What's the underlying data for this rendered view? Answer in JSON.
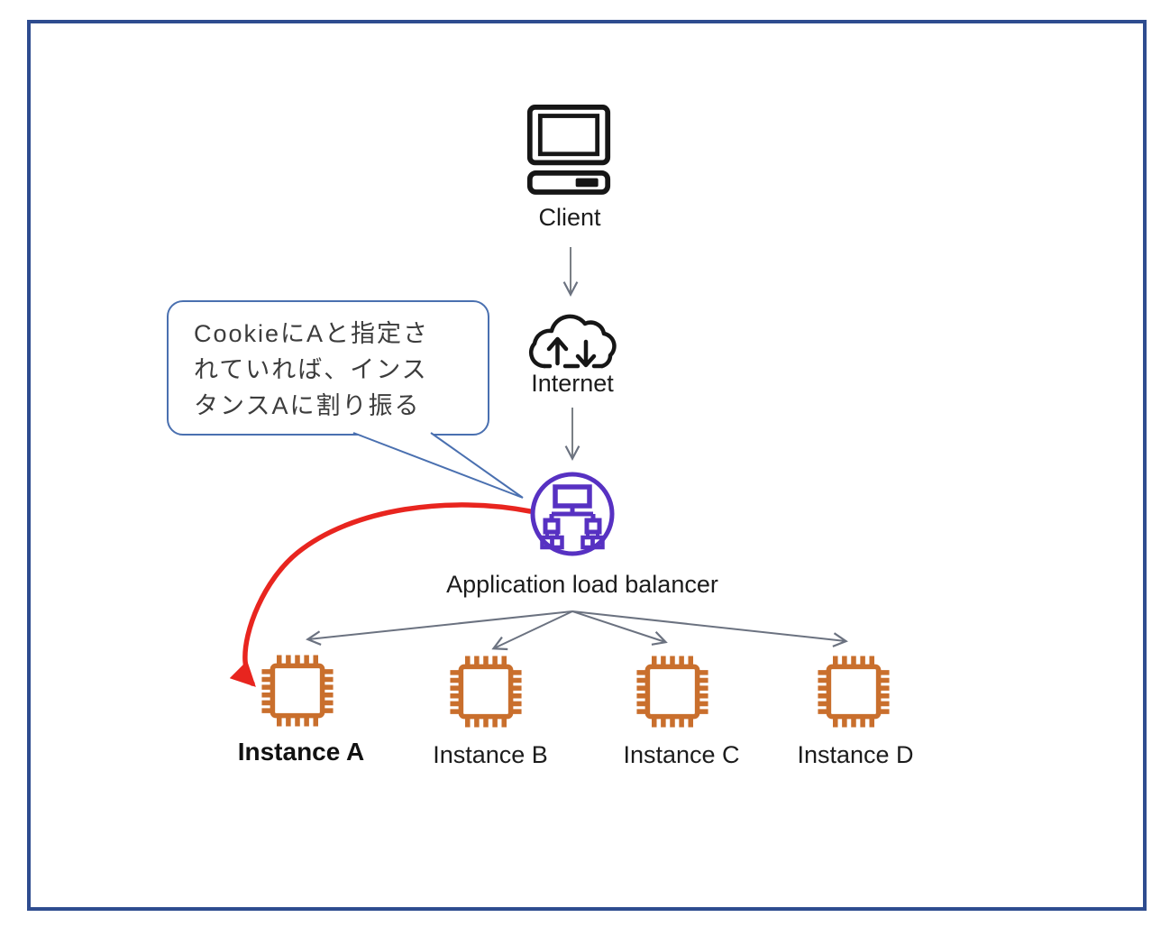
{
  "diagram_type": "aws-sticky-session-architecture",
  "nodes": {
    "client": {
      "label": "Client"
    },
    "internet": {
      "label": "Internet"
    },
    "load_balancer": {
      "label": "Application load balancer"
    },
    "instances": [
      {
        "label": "Instance A",
        "emphasis": "bold"
      },
      {
        "label": "Instance B",
        "emphasis": "normal"
      },
      {
        "label": "Instance C",
        "emphasis": "normal"
      },
      {
        "label": "Instance D",
        "emphasis": "normal"
      }
    ]
  },
  "callout": {
    "lines": [
      "CookieにAと指定さ",
      "れていれば、インス",
      "タンスAに割り振る"
    ],
    "full_text": "CookieにAと指定されていれば、インスタンスAに割り振る",
    "points_to": "load_balancer"
  },
  "edges": [
    {
      "from": "client",
      "to": "internet",
      "style": "gray-arrow"
    },
    {
      "from": "internet",
      "to": "load_balancer",
      "style": "gray-arrow"
    },
    {
      "from": "load_balancer",
      "to": "instance-a",
      "style": "gray-arrow"
    },
    {
      "from": "load_balancer",
      "to": "instance-b",
      "style": "gray-arrow"
    },
    {
      "from": "load_balancer",
      "to": "instance-c",
      "style": "gray-arrow"
    },
    {
      "from": "load_balancer",
      "to": "instance-d",
      "style": "gray-arrow"
    },
    {
      "from": "load_balancer",
      "to": "instance-a",
      "style": "red-highlight-curved-arrow"
    },
    {
      "from": "callout",
      "to": "load_balancer",
      "style": "speech-bubble-tail"
    }
  ],
  "icons": {
    "client": "desktop-computer-icon",
    "internet": "cloud-up-down-arrows-icon",
    "load_balancer": "network-tree-circle-icon",
    "instance": "cpu-chip-icon"
  },
  "colors": {
    "frame_border": "#2E4C8F",
    "callout_border": "#4A70B0",
    "load_balancer_purple": "#5731C2",
    "instance_orange": "#C96F2D",
    "highlight_red": "#E8251F",
    "connector_gray": "#6B7280",
    "icon_black": "#161616",
    "background": "#FFFFFF"
  }
}
